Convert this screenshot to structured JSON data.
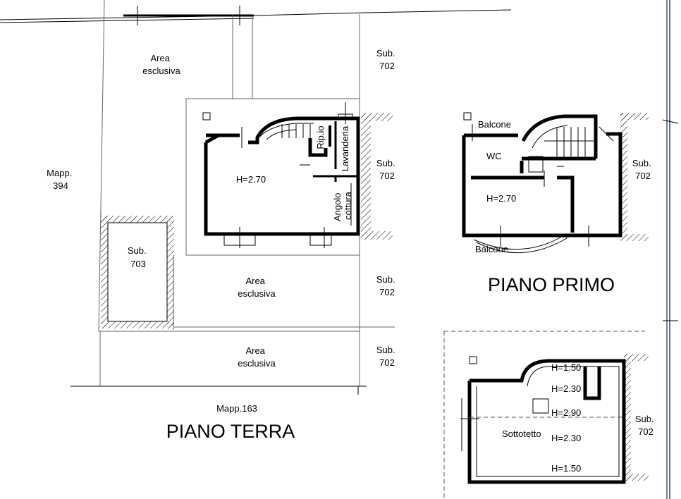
{
  "labels": {
    "area_top": [
      "Area",
      "esclusiva"
    ],
    "sub702_top": [
      "Sub.",
      "702"
    ],
    "mapp394": [
      "Mapp.",
      "394"
    ],
    "sub703": [
      "Sub.",
      "703"
    ],
    "ground_height": "H=2.70",
    "ripostiglio": "Rip.io",
    "lavanderia": "Lavanderia",
    "angolo_cottura": [
      "Angolo",
      "cottura"
    ],
    "sub702_ground": [
      "Sub.",
      "702"
    ],
    "area_mid": [
      "Area",
      "esclusiva"
    ],
    "sub702_mid": [
      "Sub.",
      "702"
    ],
    "area_bottom": [
      "Area",
      "esclusiva"
    ],
    "sub702_bottom": [
      "Sub.",
      "702"
    ],
    "mapp163": "Mapp.163",
    "piano_terra": "PIANO TERRA",
    "balcone_top": "Balcone",
    "wc": "WC",
    "first_height": "H=2.70",
    "balcone_bottom": "Balcone",
    "sub702_first": [
      "Sub.",
      "702"
    ],
    "piano_primo": "PIANO PRIMO",
    "attic_heights": [
      "H=1.50",
      "H=2.30",
      "H=2.90",
      "H=2.30",
      "H=1.50"
    ],
    "sottotetto": "Sottotetto",
    "sub702_attic": [
      "Sub.",
      "702"
    ]
  }
}
